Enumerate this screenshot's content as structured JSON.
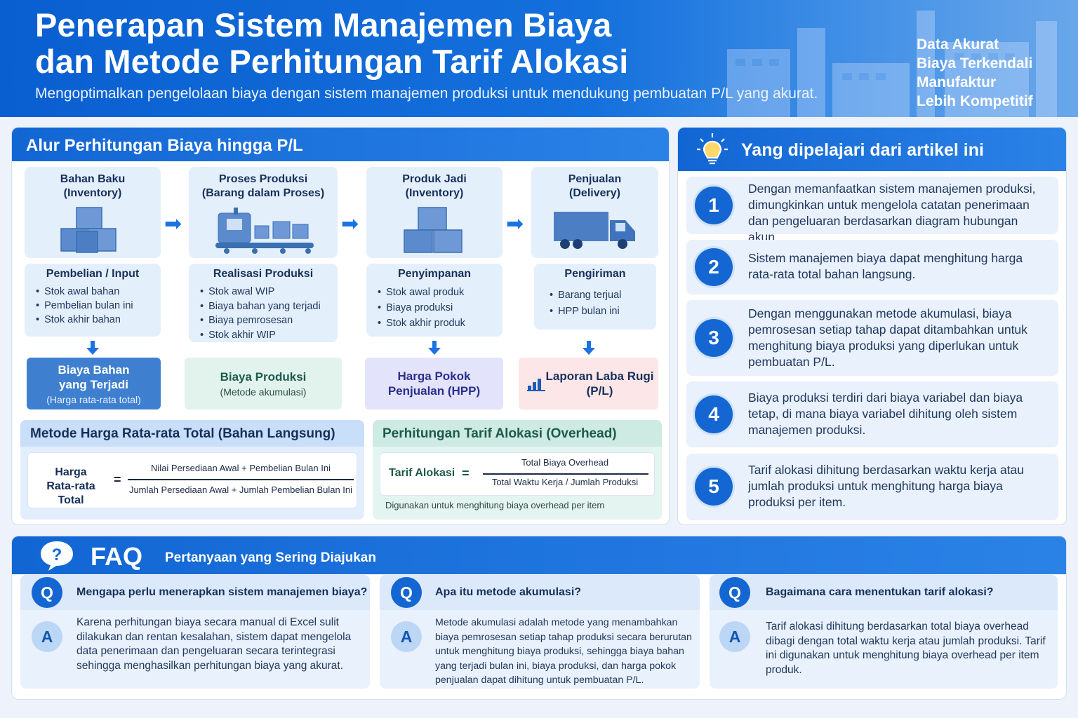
{
  "header": {
    "title_line1": "Penerapan Sistem Manajemen Biaya",
    "title_line2": "dan Metode Perhitungan Tarif Alokasi",
    "subtitle": "Mengoptimalkan pengelolaan biaya dengan sistem manajemen produksi untuk mendukung pembuatan P/L yang akurat.",
    "tags": [
      "Data Akurat",
      "Biaya Terkendali",
      "Manufaktur",
      "Lebih Kompetitif"
    ]
  },
  "flow": {
    "title": "Alur Perhitungan Biaya hingga P/L",
    "stages": [
      {
        "name_l1": "Bahan Baku",
        "name_l2": "(Inventory)",
        "icon": "boxes-icon",
        "mid_title": "Pembelian / Input",
        "items": [
          "Stok awal bahan",
          "Pembelian bulan ini",
          "Stok akhir bahan"
        ],
        "result_title": "Biaya Bahan yang Terjadi",
        "result_sub": "(Harga rata-rata total)"
      },
      {
        "name_l1": "Proses Produksi",
        "name_l2": "(Barang dalam Proses)",
        "icon": "conveyor-icon",
        "mid_title": "Realisasi Produksi",
        "items": [
          "Stok awal WIP",
          "Biaya bahan yang terjadi",
          "Biaya pemrosesan",
          "Stok akhir WIP"
        ],
        "result_title": "Biaya Produksi",
        "result_sub": "(Metode akumulasi)"
      },
      {
        "name_l1": "Produk Jadi",
        "name_l2": "(Inventory)",
        "icon": "boxes-icon",
        "mid_title": "Penyimpanan",
        "items": [
          "Stok awal produk",
          "Biaya produksi",
          "Stok akhir produk"
        ],
        "result_title": "Harga Pokok Penjualan (HPP)",
        "result_sub": ""
      },
      {
        "name_l1": "Penjualan",
        "name_l2": "(Delivery)",
        "icon": "truck-icon",
        "mid_title": "Pengiriman",
        "items": [
          "Barang terjual",
          "HPP bulan ini"
        ],
        "result_title": "Laporan Laba Rugi (P/L)",
        "result_sub": ""
      }
    ]
  },
  "method_avg": {
    "title": "Metode Harga Rata-rata Total (Bahan Langsung)",
    "lhs_l1": "Harga",
    "lhs_l2": "Rata-rata Total",
    "eq": "=",
    "numerator": "Nilai Persediaan Awal + Pembelian Bulan Ini",
    "denominator": "Jumlah Persediaan Awal + Jumlah Pembelian Bulan Ini"
  },
  "method_rate": {
    "title": "Perhitungan Tarif Alokasi (Overhead)",
    "lhs": "Tarif Alokasi",
    "eq": "=",
    "numerator": "Total Biaya Overhead",
    "denominator": "Total Waktu Kerja / Jumlah Produksi",
    "note": "Digunakan untuk menghitung biaya overhead per item"
  },
  "learn": {
    "title": "Yang dipelajari dari artikel ini",
    "items": [
      {
        "num": "1",
        "text": "Dengan memanfaatkan sistem manajemen produksi, dimungkinkan untuk mengelola catatan penerimaan dan pengeluaran berdasarkan diagram hubungan akun."
      },
      {
        "num": "2",
        "text": "Sistem manajemen biaya dapat menghitung harga rata-rata total bahan langsung."
      },
      {
        "num": "3",
        "text": "Dengan menggunakan metode akumulasi, biaya pemrosesan setiap tahap dapat ditambahkan untuk menghitung biaya produksi yang diperlukan untuk pembuatan P/L."
      },
      {
        "num": "4",
        "text": "Biaya produksi terdiri dari biaya variabel dan biaya tetap, di mana biaya variabel dihitung oleh sistem manajemen produksi."
      },
      {
        "num": "5",
        "text": "Tarif alokasi dihitung berdasarkan waktu kerja atau jumlah produksi untuk menghitung harga biaya produksi per item."
      }
    ]
  },
  "faq": {
    "title": "FAQ",
    "subtitle": "Pertanyaan yang Sering Diajukan",
    "q_label": "Q",
    "a_label": "A",
    "items": [
      {
        "q": "Mengapa perlu menerapkan sistem manajemen biaya?",
        "a": "Karena perhitungan biaya secara manual di Excel sulit dilakukan dan rentan kesalahan, sistem dapat mengelola data penerimaan dan pengeluaran secara terintegrasi sehingga menghasilkan perhitungan biaya yang akurat."
      },
      {
        "q": "Apa itu metode akumulasi?",
        "a": "Metode akumulasi adalah metode yang menambahkan biaya pemrosesan setiap tahap produksi secara berurutan untuk menghitung biaya produksi, sehingga biaya bahan yang terjadi bulan ini, biaya produksi, dan harga pokok penjualan dapat dihitung untuk pembuatan P/L."
      },
      {
        "q": "Bagaimana cara menentukan tarif alokasi?",
        "a": "Tarif alokasi dihitung berdasarkan total biaya overhead dibagi dengan total waktu kerja atau jumlah produksi. Tarif ini digunakan untuk menghitung biaya overhead per item produk."
      }
    ]
  },
  "colors": {
    "primary": "#1466d2",
    "result_blue": "#3f7fd0",
    "result_green": "#e2f3ee",
    "result_purple": "#e3e3fb",
    "result_pink": "#fce6e8"
  }
}
